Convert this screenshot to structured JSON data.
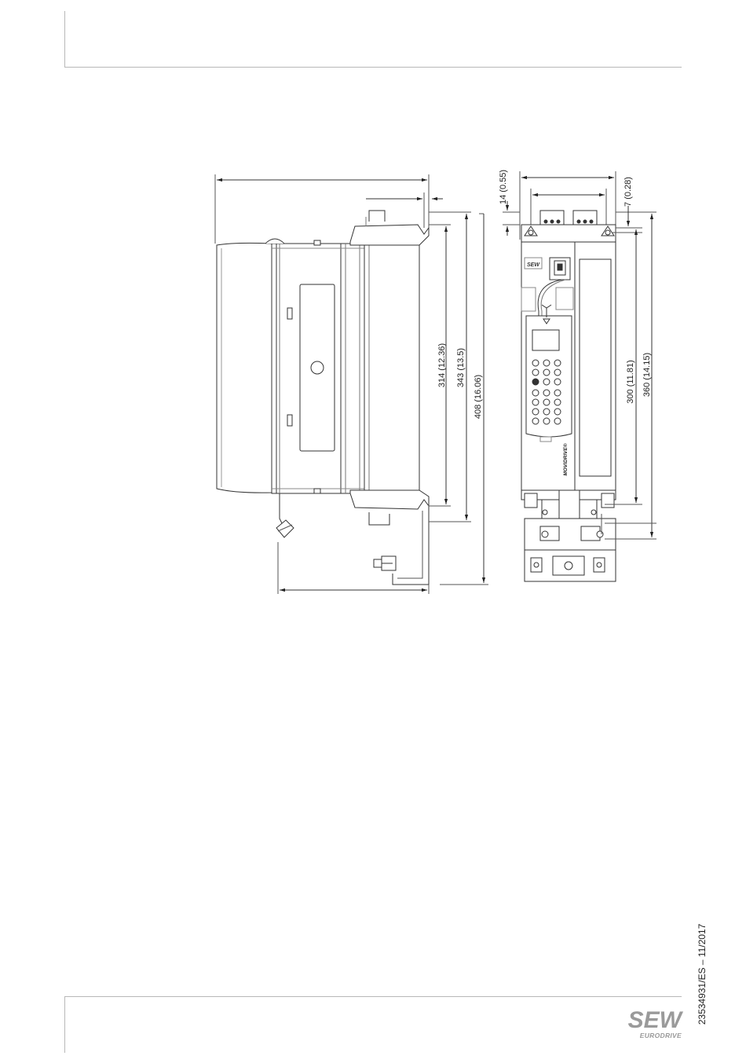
{
  "drawing": {
    "side_dims": [
      "314 (12.36)",
      "343 (13.5)",
      "408 (16.06)"
    ],
    "front_dims": [
      "14 (0.55)",
      "7 (0.28)",
      "300 (11.81)",
      "360  (14.15)"
    ],
    "panel_logo": "SEW",
    "brand_label": "MOVIDRIVE®"
  },
  "footer": {
    "doc_ref": "23534931/ES – 11/2017",
    "logo_top": "SEW",
    "logo_bottom": "EURODRIVE"
  }
}
